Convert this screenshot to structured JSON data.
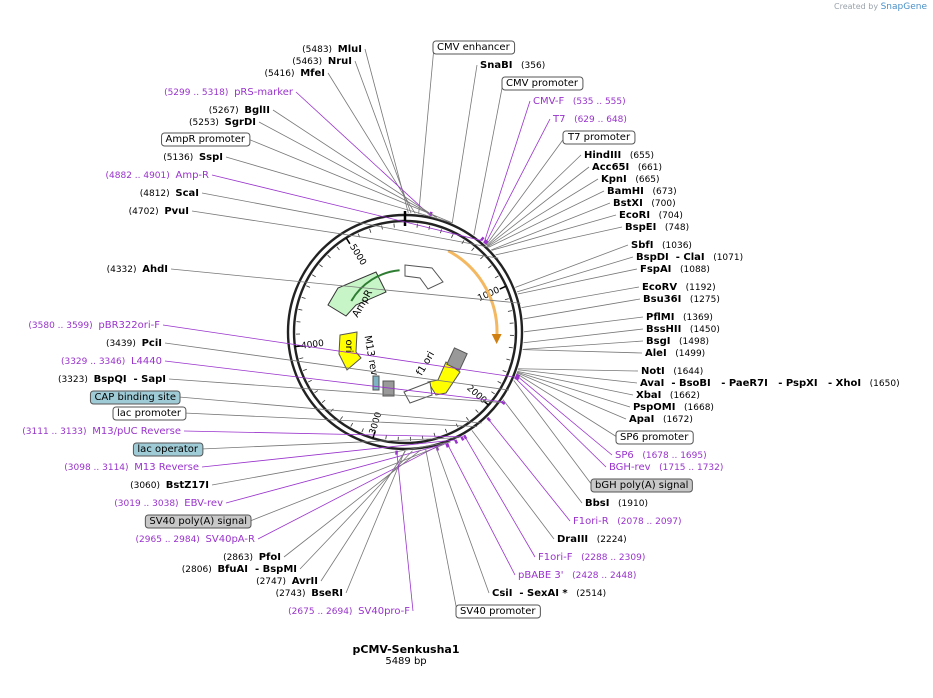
{
  "credit": {
    "created_by": "Created by",
    "brand": "SnapGene"
  },
  "plasmid": {
    "name": "pCMV-Senkusha1",
    "length": "5489 bp"
  },
  "ticks": [
    "1000",
    "2000",
    "3000",
    "4000",
    "5000"
  ],
  "colors": {
    "enzyme": "#000000",
    "primer": "#9933cc",
    "feature_box": "#ffffff",
    "blue_box": "#9fcbd6",
    "gray_box": "#c8c8c8",
    "ampr": "#c8f5c8",
    "ori": "#ffff00",
    "cmv": "#ffffff",
    "sv40": "#999999"
  },
  "labels": [
    {
      "kind": "enzyme",
      "pos": "(5483)",
      "name": "MluI"
    },
    {
      "kind": "enzyme",
      "pos": "(5463)",
      "name": "NruI"
    },
    {
      "kind": "enzyme",
      "pos": "(5416)",
      "name": "MfeI"
    },
    {
      "kind": "primer",
      "pos": "(5299 .. 5318)",
      "name": "pRS-marker"
    },
    {
      "kind": "enzyme",
      "pos": "(5267)",
      "name": "BglII"
    },
    {
      "kind": "enzyme",
      "pos": "(5253)",
      "name": "SgrDI"
    },
    {
      "kind": "feature",
      "name": "AmpR promoter"
    },
    {
      "kind": "enzyme",
      "pos": "(5136)",
      "name": "SspI"
    },
    {
      "kind": "primer",
      "pos": "(4882 .. 4901)",
      "name": "Amp-R"
    },
    {
      "kind": "enzyme",
      "pos": "(4812)",
      "name": "ScaI"
    },
    {
      "kind": "enzyme",
      "pos": "(4702)",
      "name": "PvuI"
    },
    {
      "kind": "enzyme",
      "pos": "(4332)",
      "name": "AhdI"
    },
    {
      "kind": "primer",
      "pos": "(3580 .. 3599)",
      "name": "pBR322ori-F"
    },
    {
      "kind": "enzyme",
      "pos": "(3439)",
      "name": "PciI"
    },
    {
      "kind": "primer",
      "pos": "(3329 .. 3346)",
      "name": "L4440"
    },
    {
      "kind": "enzyme",
      "pos": "(3323)",
      "name": "BspQI",
      "extra": "- SapI"
    },
    {
      "kind": "feature-blue",
      "name": "CAP binding site"
    },
    {
      "kind": "feature",
      "name": "lac promoter"
    },
    {
      "kind": "primer",
      "pos": "(3111 .. 3133)",
      "name": "M13/pUC Reverse"
    },
    {
      "kind": "feature-blue",
      "name": "lac operator"
    },
    {
      "kind": "primer",
      "pos": "(3098 .. 3114)",
      "name": "M13 Reverse"
    },
    {
      "kind": "enzyme",
      "pos": "(3060)",
      "name": "BstZ17I"
    },
    {
      "kind": "primer",
      "pos": "(3019 .. 3038)",
      "name": "EBV-rev"
    },
    {
      "kind": "feature-gray",
      "name": "SV40 poly(A) signal"
    },
    {
      "kind": "primer",
      "pos": "(2965 .. 2984)",
      "name": "SV40pA-R"
    },
    {
      "kind": "enzyme",
      "pos": "(2863)",
      "name": "PfoI"
    },
    {
      "kind": "enzyme",
      "pos": "(2806)",
      "name": "BfuAI",
      "extra": "- BspMI"
    },
    {
      "kind": "enzyme",
      "pos": "(2747)",
      "name": "AvrII"
    },
    {
      "kind": "enzyme",
      "pos": "(2743)",
      "name": "BseRI"
    },
    {
      "kind": "primer",
      "pos": "(2675 .. 2694)",
      "name": "SV40pro-F"
    },
    {
      "kind": "feature",
      "name": "CMV enhancer"
    },
    {
      "kind": "enzyme",
      "name": "SnaBI",
      "pos": "(356)"
    },
    {
      "kind": "feature",
      "name": "CMV promoter"
    },
    {
      "kind": "primer",
      "name": "CMV-F",
      "pos": "(535 .. 555)"
    },
    {
      "kind": "primer",
      "name": "T7",
      "pos": "(629 .. 648)"
    },
    {
      "kind": "feature",
      "name": "T7 promoter"
    },
    {
      "kind": "enzyme",
      "name": "HindIII",
      "pos": "(655)"
    },
    {
      "kind": "enzyme",
      "name": "Acc65I",
      "pos": "(661)"
    },
    {
      "kind": "enzyme",
      "name": "KpnI",
      "pos": "(665)"
    },
    {
      "kind": "enzyme",
      "name": "BamHI",
      "pos": "(673)"
    },
    {
      "kind": "enzyme",
      "name": "BstXI",
      "pos": "(700)"
    },
    {
      "kind": "enzyme",
      "name": "EcoRI",
      "pos": "(704)"
    },
    {
      "kind": "enzyme",
      "name": "BspEI",
      "pos": "(748)"
    },
    {
      "kind": "enzyme",
      "name": "SbfI",
      "pos": "(1036)"
    },
    {
      "kind": "enzyme",
      "name": "BspDI",
      "extra": "- ClaI",
      "pos": "(1071)"
    },
    {
      "kind": "enzyme",
      "name": "FspAI",
      "pos": "(1088)"
    },
    {
      "kind": "enzyme",
      "name": "EcoRV",
      "pos": "(1192)"
    },
    {
      "kind": "enzyme",
      "name": "Bsu36I",
      "pos": "(1275)"
    },
    {
      "kind": "enzyme",
      "name": "PflMI",
      "pos": "(1369)"
    },
    {
      "kind": "enzyme",
      "name": "BssHII",
      "pos": "(1450)"
    },
    {
      "kind": "enzyme",
      "name": "BsgI",
      "pos": "(1498)"
    },
    {
      "kind": "enzyme",
      "name": "AleI",
      "pos": "(1499)"
    },
    {
      "kind": "enzyme",
      "name": "NotI",
      "pos": "(1644)"
    },
    {
      "kind": "enzyme",
      "name": "AvaI",
      "extra": "- BsoBI   - PaeR7I   - PspXI   - XhoI",
      "pos": "(1650)"
    },
    {
      "kind": "enzyme",
      "name": "XbaI",
      "pos": "(1662)"
    },
    {
      "kind": "enzyme",
      "name": "PspOMI",
      "pos": "(1668)"
    },
    {
      "kind": "enzyme",
      "name": "ApaI",
      "pos": "(1672)"
    },
    {
      "kind": "feature",
      "name": "SP6 promoter"
    },
    {
      "kind": "primer",
      "name": "SP6",
      "pos": "(1678 .. 1695)"
    },
    {
      "kind": "primer",
      "name": "BGH-rev",
      "pos": "(1715 .. 1732)"
    },
    {
      "kind": "feature-gray",
      "name": "bGH poly(A) signal"
    },
    {
      "kind": "enzyme",
      "name": "BbsI",
      "pos": "(1910)"
    },
    {
      "kind": "primer",
      "name": "F1ori-R",
      "pos": "(2078 .. 2097)"
    },
    {
      "kind": "enzyme",
      "name": "DraIII",
      "pos": "(2224)"
    },
    {
      "kind": "primer",
      "name": "F1ori-F",
      "pos": "(2288 .. 2309)"
    },
    {
      "kind": "primer",
      "name": "pBABE 3'",
      "pos": "(2428 .. 2448)"
    },
    {
      "kind": "enzyme",
      "name": "CsiI",
      "extra": "- SexAI *",
      "pos": "(2514)"
    },
    {
      "kind": "feature",
      "name": "SV40 promoter"
    }
  ],
  "inner_labels": [
    "AmpR",
    "ori",
    "M13 rev",
    "f1 ori"
  ]
}
